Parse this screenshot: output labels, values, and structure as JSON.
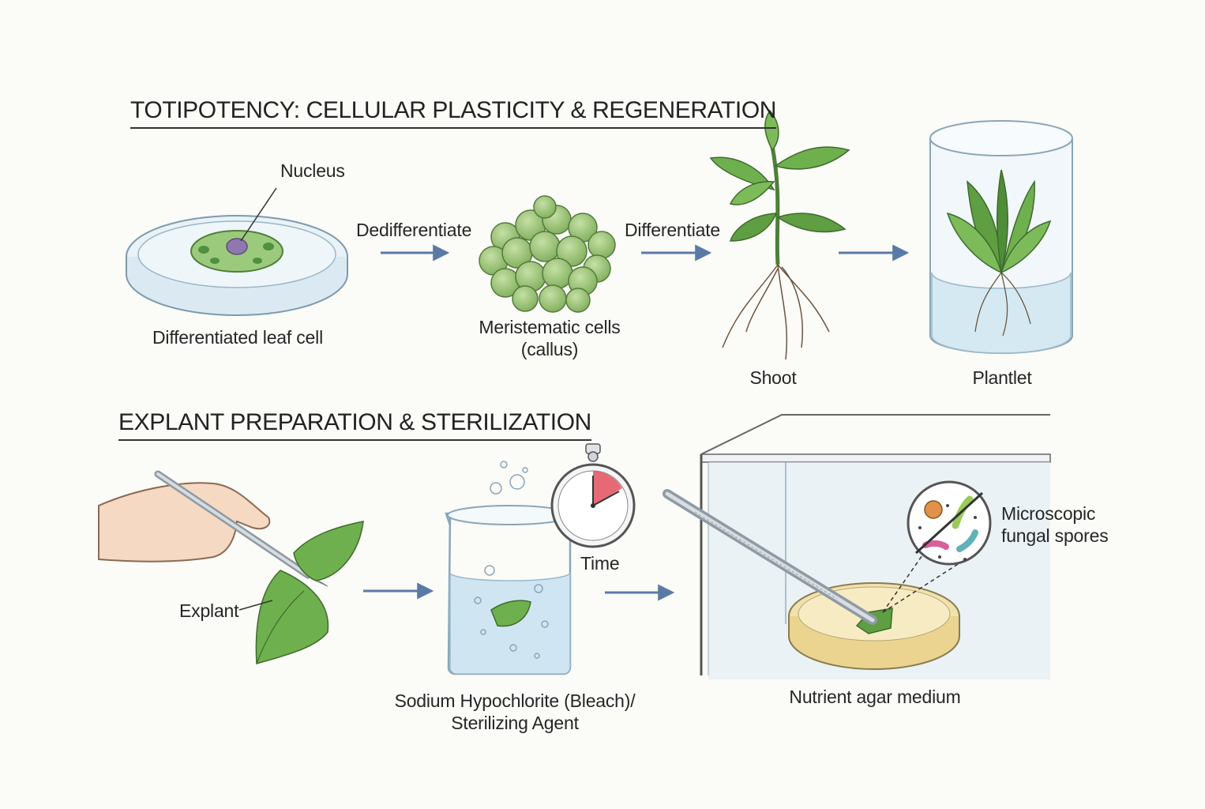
{
  "section_top": {
    "heading": "TOTIPOTENCY: CELLULAR PLASTICITY & REGENERATION",
    "labels": {
      "nucleus": "Nucleus",
      "leaf_cell": "Differentiated leaf cell",
      "dedifferentiate": "Dedifferentiate",
      "callus_line1": "Meristematic cells",
      "callus_line2": "(callus)",
      "differentiate": "Differentiate",
      "shoot": "Shoot",
      "plantlet": "Plantlet"
    }
  },
  "section_bottom": {
    "heading": "EXPLANT PREPARATION & STERILIZATION",
    "labels": {
      "explant": "Explant",
      "time": "Time",
      "agent_line1": "Sodium Hypochlorite (Bleach)/",
      "agent_line2": "Sterilizing Agent",
      "agar": "Nutrient agar medium",
      "spores_line1": "Microscopic",
      "spores_line2": "fungal spores"
    }
  },
  "colors": {
    "leaf_green": "#5fa143",
    "arrow_blue": "#5a7aa6",
    "agar_yellow": "#f1e2ad",
    "water_blue": "#cfe6f2",
    "timer_red": "#e0505a"
  }
}
